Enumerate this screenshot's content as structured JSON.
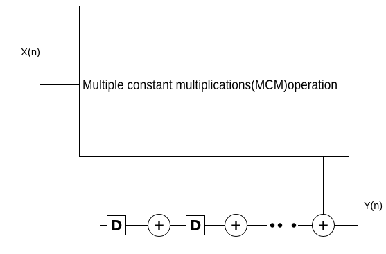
{
  "input_label": "X(n)",
  "output_label": "Y(n)",
  "mcm_block": {
    "label": "Multiple constant multiplications(MCM)operation"
  },
  "delay_label": "D",
  "adder_label": "+",
  "colors": {
    "stroke": "#000000",
    "background": "#ffffff",
    "text": "#000000"
  }
}
